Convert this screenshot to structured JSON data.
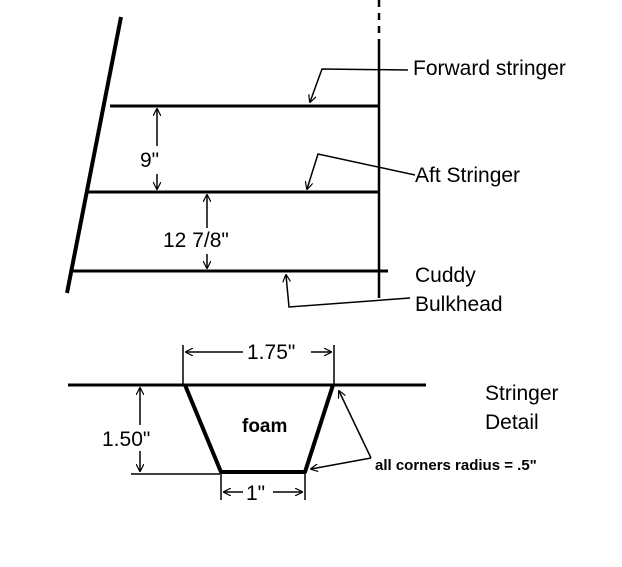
{
  "labels": {
    "forward_stringer": "Forward stringer",
    "aft_stringer": "Aft Stringer",
    "cuddy": "Cuddy",
    "bulkhead": "Bulkhead",
    "dim_9": "9\"",
    "dim_12_7_8": "12 7/8\"",
    "dim_1_75": "1.75\"",
    "dim_1_50": "1.50\"",
    "dim_1": "1\"",
    "foam": "foam",
    "stringer": "Stringer",
    "detail": "Detail",
    "corners_note": "all corners radius = .5\""
  },
  "colors": {
    "ink": "#000000",
    "background": "#ffffff"
  }
}
